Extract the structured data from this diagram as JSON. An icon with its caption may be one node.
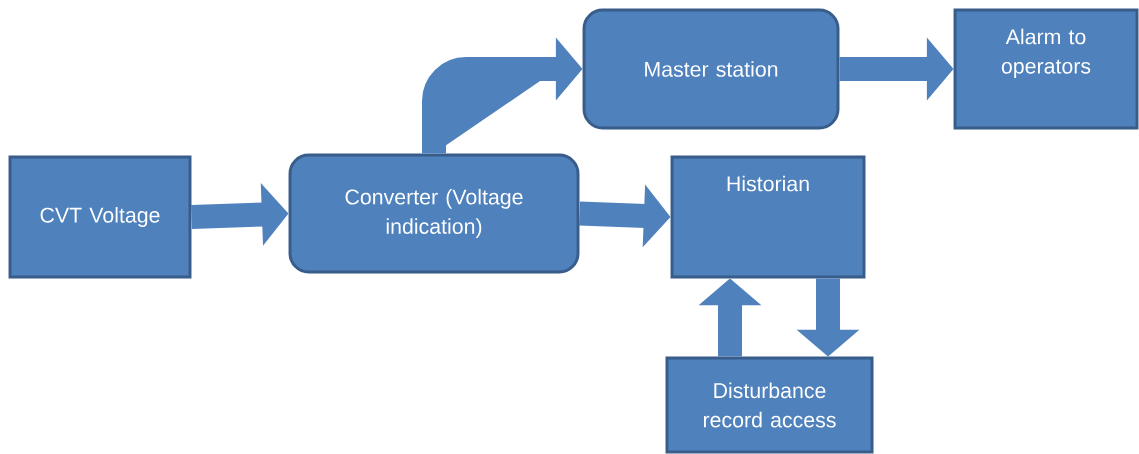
{
  "diagram": {
    "nodes": [
      {
        "text": [
          "CVT Voltage"
        ]
      },
      {
        "text": [
          "Converter (Voltage indication)"
        ]
      },
      {
        "text": [
          "Master station"
        ]
      },
      {
        "text": [
          "Alarm to operators"
        ]
      },
      {
        "text": [
          "Historian"
        ]
      },
      {
        "text": [
          "Disturbance record access"
        ]
      }
    ],
    "edges": [
      {
        "from": 0,
        "to": 1,
        "arrow": "to"
      },
      {
        "from": 1,
        "to": 2,
        "arrow": "to"
      },
      {
        "from": 2,
        "to": 3,
        "arrow": "to"
      },
      {
        "from": 1,
        "to": 4,
        "arrow": "to"
      },
      {
        "from": 5,
        "to": 4,
        "arrow": "to"
      },
      {
        "from": 4,
        "to": 5,
        "arrow": "to"
      }
    ]
  }
}
